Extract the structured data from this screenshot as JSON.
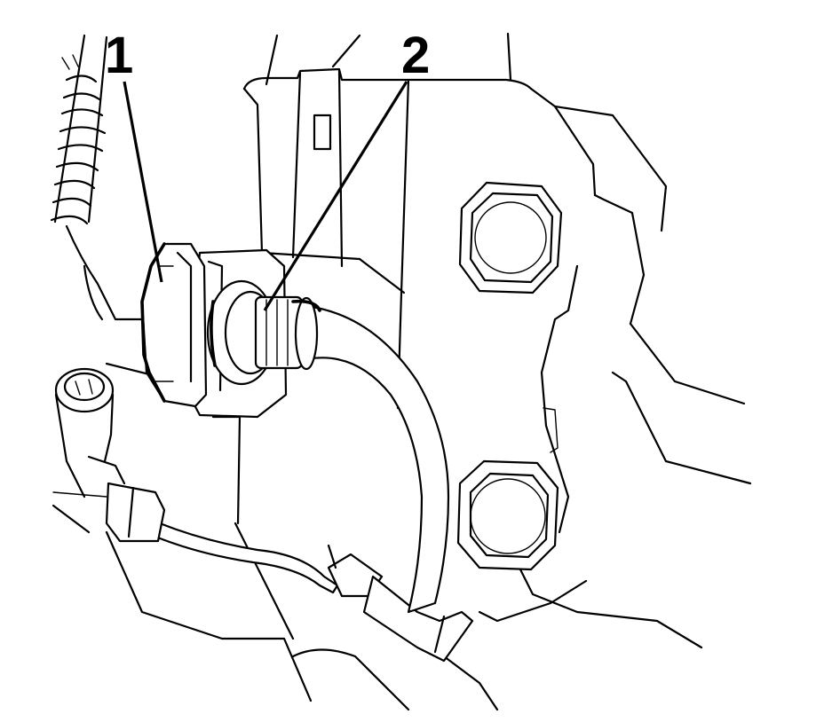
{
  "colors": {
    "line": "#000000",
    "background": "#ffffff"
  },
  "callouts": [
    {
      "label": "1",
      "icon": "connector-callout"
    },
    {
      "label": "2",
      "icon": "hose-fitting-callout"
    }
  ]
}
